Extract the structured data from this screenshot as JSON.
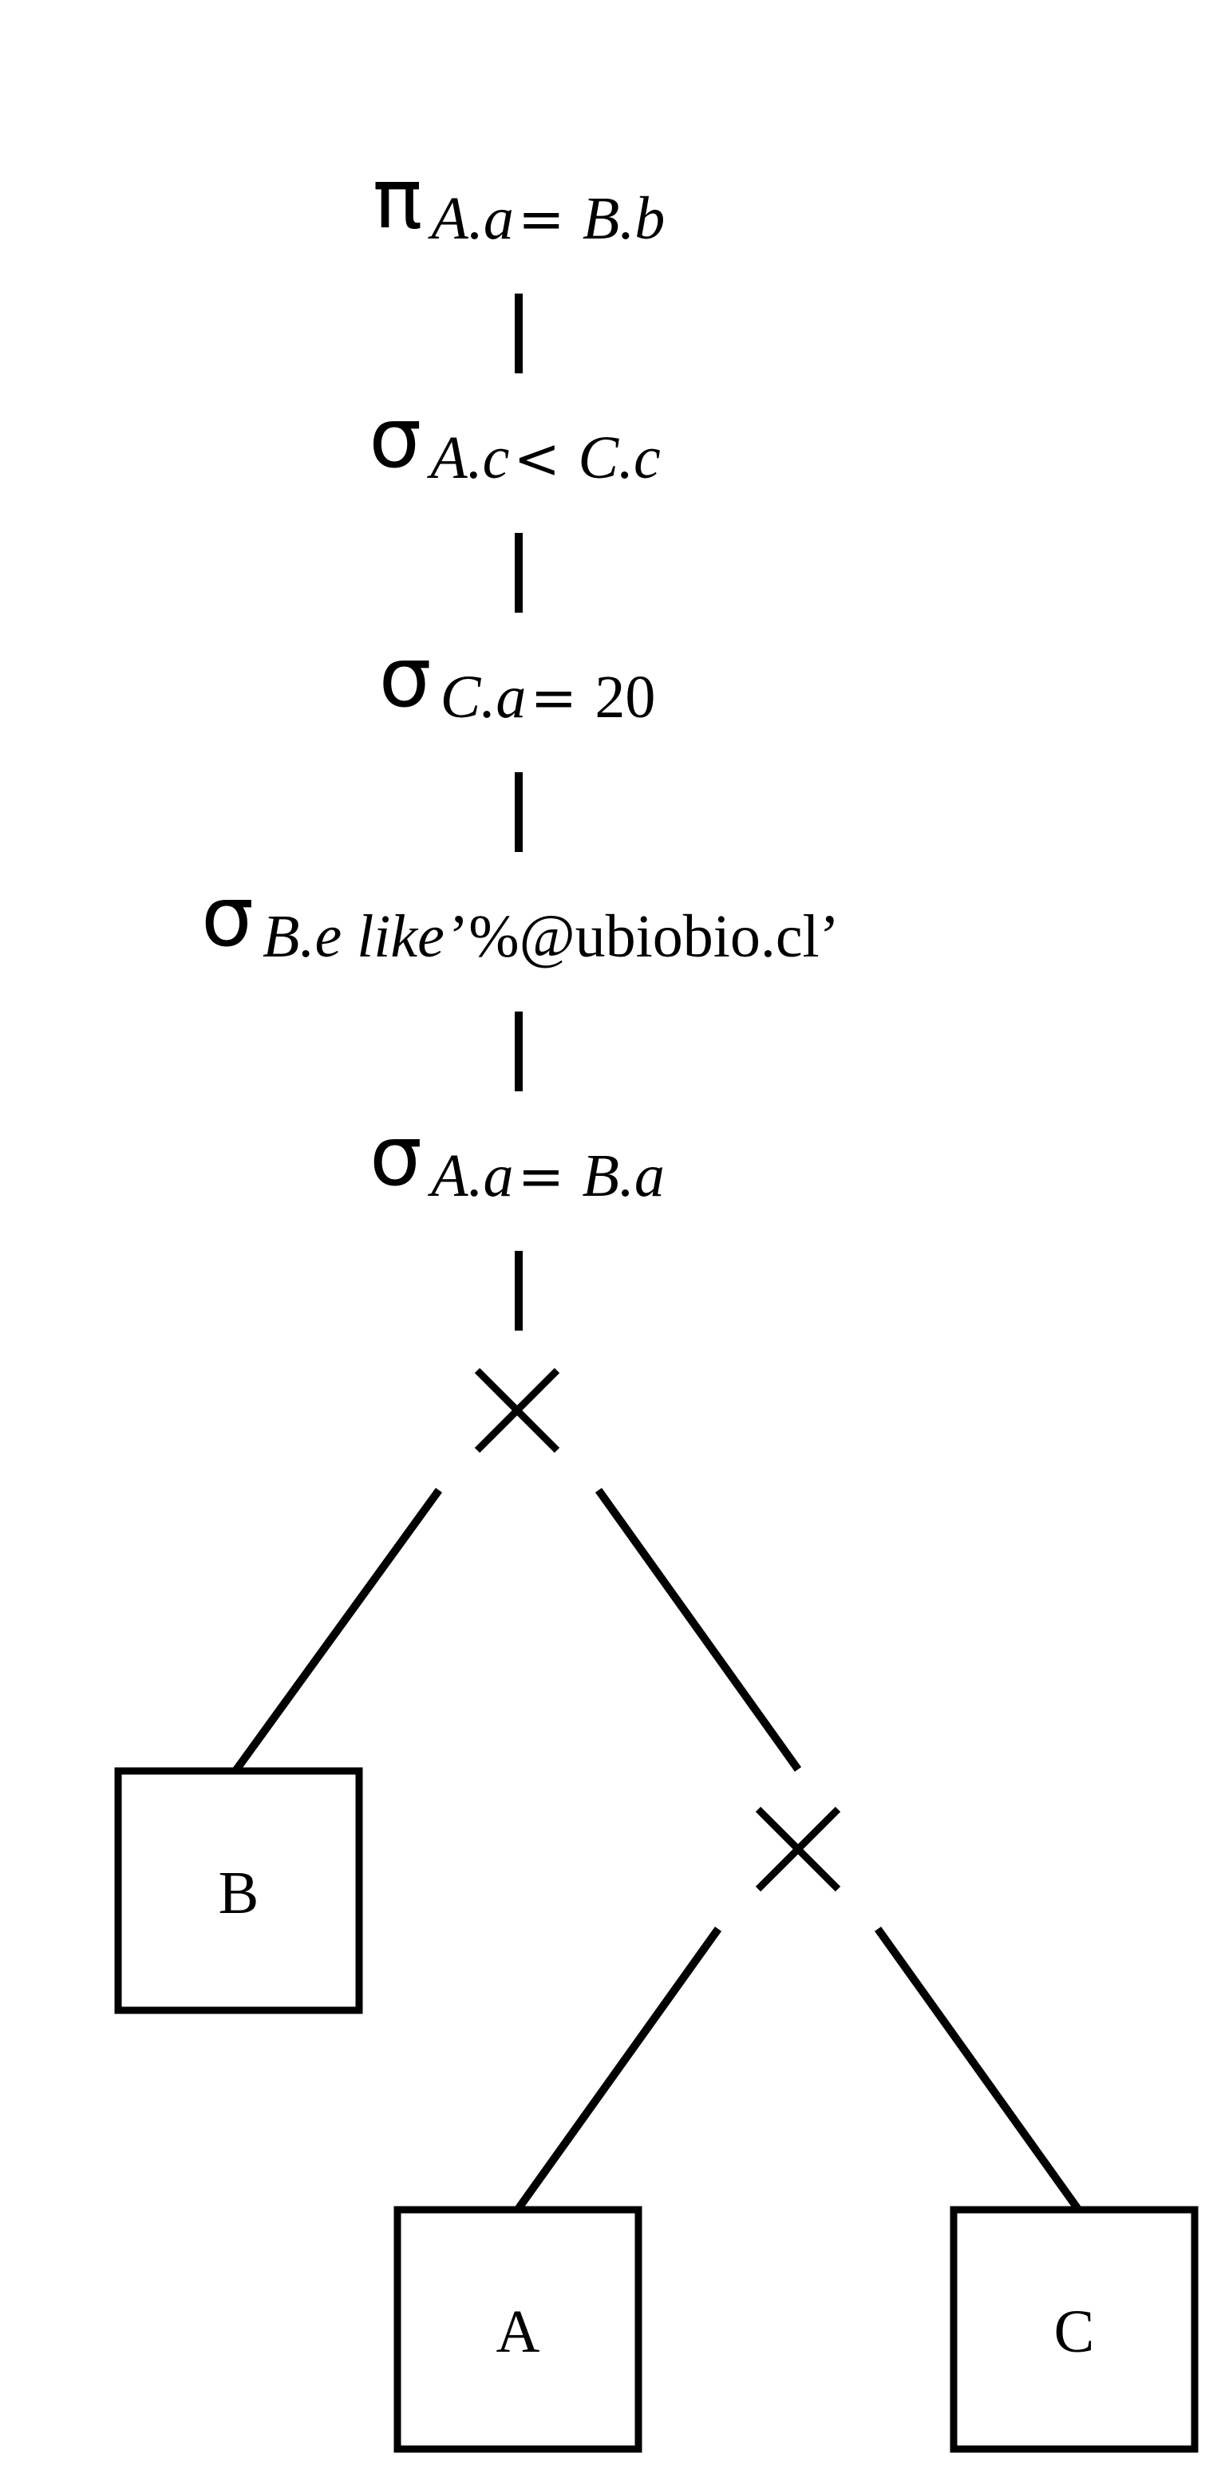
{
  "tree": {
    "operators": [
      {
        "id": "projection",
        "symbol": "π",
        "subscript_italic": "A.a",
        "subscript_op": " = ",
        "subscript_tail": "B.b",
        "tail_style": "italic"
      },
      {
        "id": "selection-1",
        "symbol": "σ",
        "subscript_italic": "A.c",
        "subscript_op": " < ",
        "subscript_tail": "C.c",
        "tail_style": "italic"
      },
      {
        "id": "selection-2",
        "symbol": "σ",
        "subscript_italic": "C.a",
        "subscript_op": " = ",
        "subscript_tail": "20",
        "tail_style": "upright"
      },
      {
        "id": "selection-3",
        "symbol": "σ",
        "subscript_italic": "B.e like",
        "subscript_op": " ",
        "subscript_tail": "’%@ubiobio.cl’",
        "tail_style": "upright"
      },
      {
        "id": "selection-4",
        "symbol": "σ",
        "subscript_italic": "A.a",
        "subscript_op": " = ",
        "subscript_tail": "B.a",
        "tail_style": "italic"
      }
    ],
    "joins": [
      {
        "id": "cross-product-top",
        "symbol": "×"
      },
      {
        "id": "cross-product-bottom",
        "symbol": "×"
      }
    ],
    "relations": [
      {
        "id": "relation-b",
        "label": "B"
      },
      {
        "id": "relation-a",
        "label": "A"
      },
      {
        "id": "relation-c",
        "label": "C"
      }
    ]
  }
}
